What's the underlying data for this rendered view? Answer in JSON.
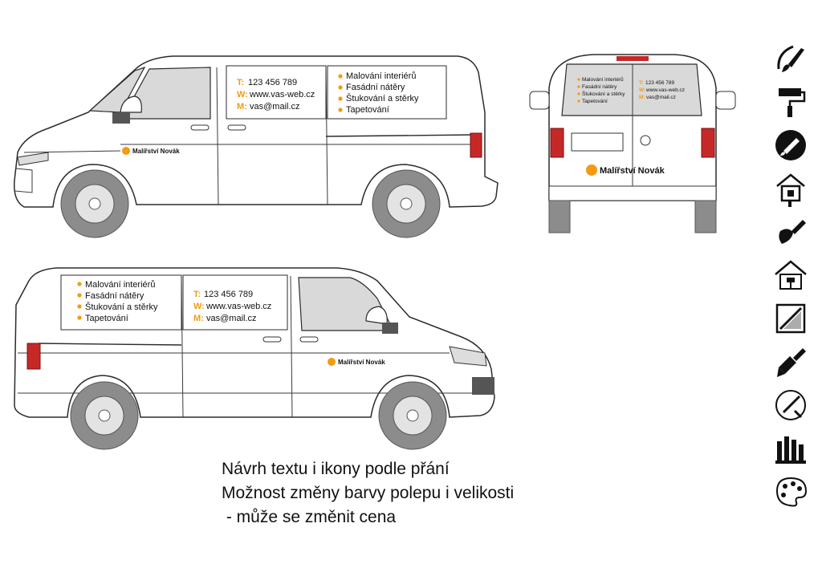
{
  "contact": {
    "phone_label": "T:",
    "phone": "123 456 789",
    "web_label": "W:",
    "web": "www.vas-web.cz",
    "mail_label": "M:",
    "mail": "vas@mail.cz"
  },
  "services": [
    "Malování interiérů",
    "Fasádní nátěry",
    "Štukování a stěrky",
    "Tapetování"
  ],
  "brand": "Malířství Novák",
  "note_lines": [
    "Návrh textu i ikony podle přání",
    "Možnost změny barvy polepu i velikosti",
    " - může se změnit cena"
  ],
  "colors": {
    "accent": "#f29b13",
    "window": "#d9d9d9",
    "tail_light": "#c62828",
    "tire": "#8c8c8c"
  },
  "icons": [
    "brush-stroke-icon",
    "paint-roller-icon",
    "brush-circle-icon",
    "house-roller-icon",
    "paint-brush-splash-icon",
    "house-painting-icon",
    "wall-painting-icon",
    "wide-brush-icon",
    "pencil-circle-icon",
    "art-supplies-icon",
    "palette-icon"
  ]
}
